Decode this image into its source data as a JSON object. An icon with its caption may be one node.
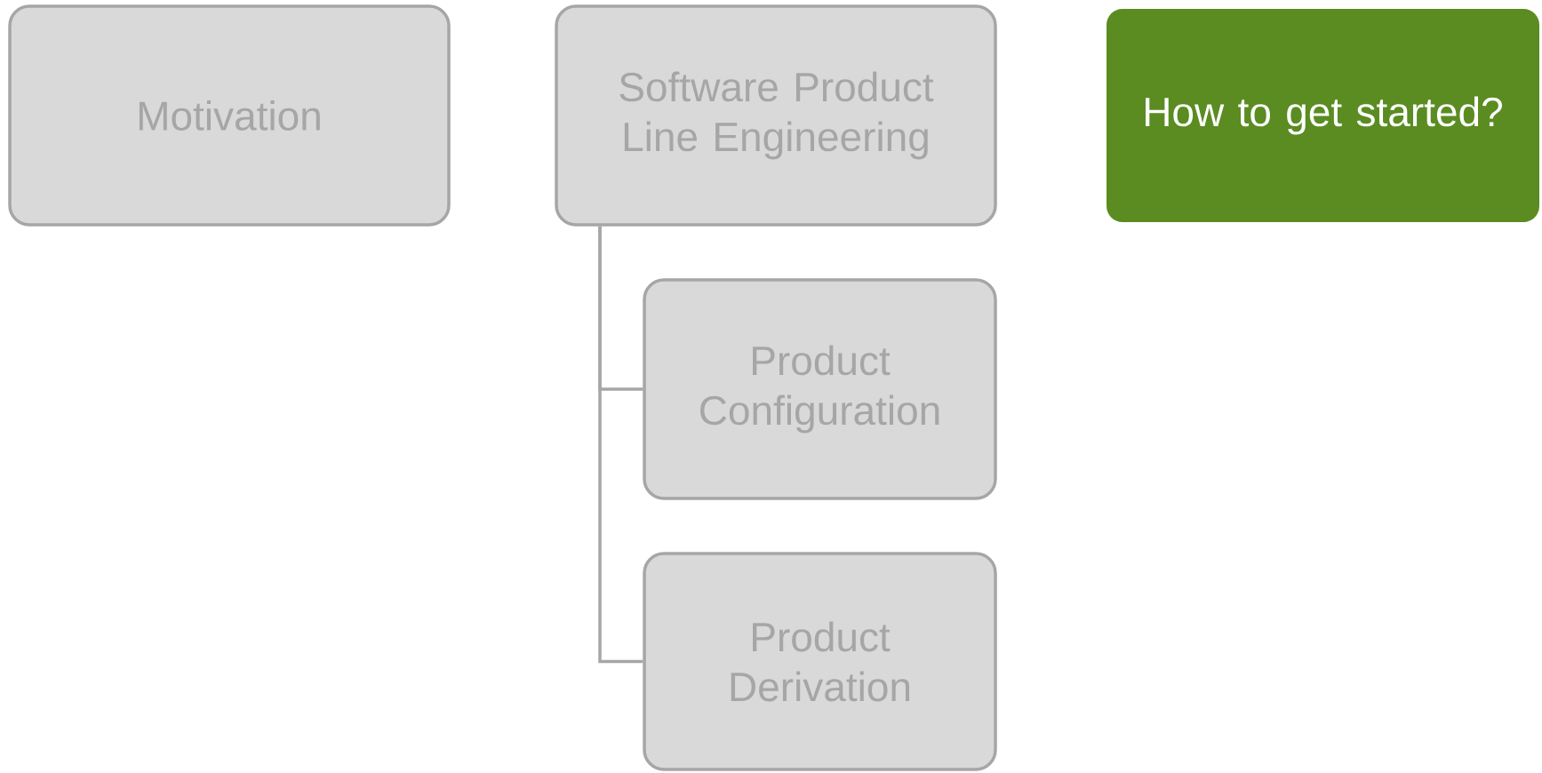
{
  "diagram": {
    "nodes": [
      {
        "text": [
          "Motivation"
        ]
      },
      {
        "text": [
          "Software Product Line Engineering"
        ]
      },
      {
        "text": [
          "How to get started?"
        ]
      },
      {
        "text": [
          "Product Configuration"
        ]
      },
      {
        "text": [
          "Product Derivation"
        ]
      }
    ],
    "edges": [
      {
        "from": 1,
        "to": 3,
        "arrow": "none"
      },
      {
        "from": 1,
        "to": 4,
        "arrow": "none"
      }
    ]
  }
}
